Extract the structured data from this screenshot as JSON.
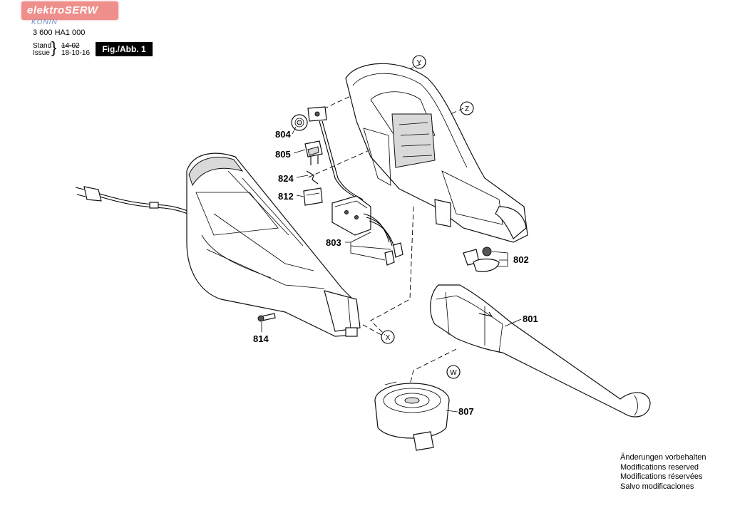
{
  "header": {
    "logo_text": "elektroSERW",
    "logo_sub": "KONIN",
    "document_number": "3 600 HA1 000",
    "stand_label": "Stand",
    "issue_label": "Issue",
    "stand_value": "14-02",
    "issue_value": "18-10-16",
    "figure_label": "Fig./Abb. 1"
  },
  "part_labels": {
    "p804": "804",
    "p805": "805",
    "p824": "824",
    "p812": "812",
    "p803": "803",
    "p802": "802",
    "p801": "801",
    "p814": "814",
    "p807": "807"
  },
  "assembly_markers": {
    "y": "Y",
    "z": "Z",
    "x": "X",
    "w": "W"
  },
  "footer_notes": [
    "Änderungen vorbehalten",
    "Modifications reserved",
    "Modifications réservées",
    "Salvo modificaciones"
  ]
}
